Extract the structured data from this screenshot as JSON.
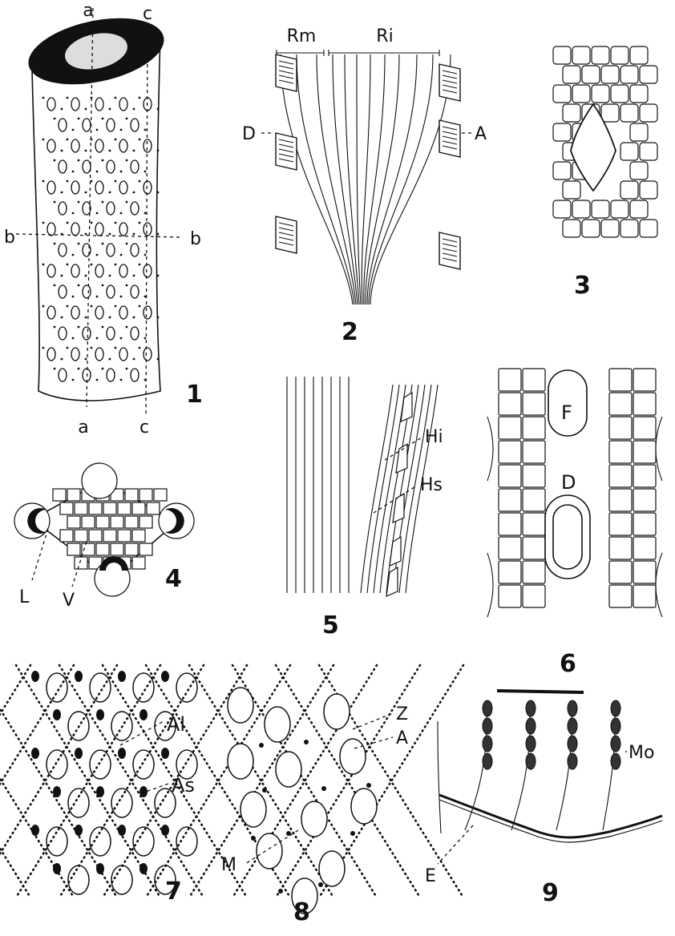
{
  "figures": {
    "fig1": {
      "number": "1",
      "labels": {
        "a_top": "a",
        "a_bottom": "a",
        "b_left": "b",
        "b_right": "b",
        "c_top": "c",
        "c_bottom": "c"
      }
    },
    "fig2": {
      "number": "2",
      "labels": {
        "rm": "Rm",
        "ri": "Ri",
        "d": "D",
        "a": "A"
      }
    },
    "fig3": {
      "number": "3"
    },
    "fig4": {
      "number": "4",
      "labels": {
        "l": "L",
        "v": "V"
      }
    },
    "fig5": {
      "number": "5",
      "labels": {
        "hi": "Hi",
        "hs": "Hs"
      }
    },
    "fig6": {
      "number": "6",
      "labels": {
        "f": "F",
        "d": "D"
      }
    },
    "fig7": {
      "number": "7",
      "labels": {
        "al": "Al",
        "as": "As"
      }
    },
    "fig8": {
      "number": "8",
      "labels": {
        "z": "Z",
        "a": "A",
        "m": "M"
      }
    },
    "fig9": {
      "number": "9",
      "labels": {
        "mo": "Mo",
        "e": "E"
      }
    }
  }
}
